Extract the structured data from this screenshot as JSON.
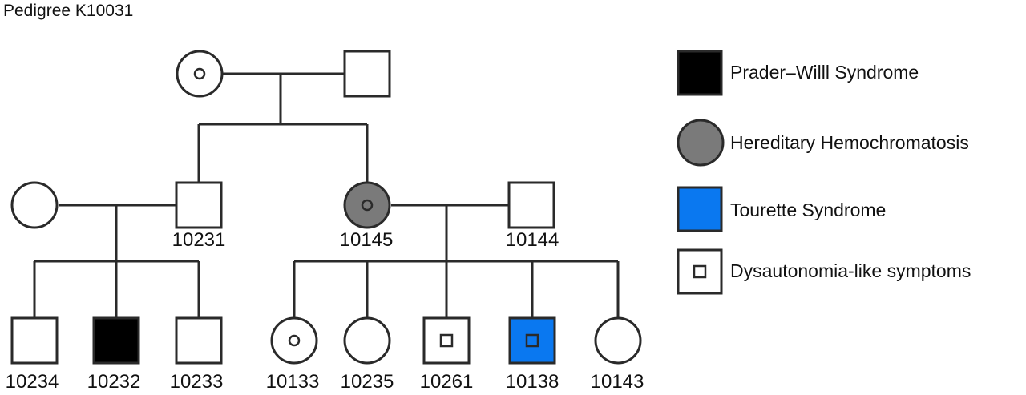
{
  "title": "Pedigree K10031",
  "colors": {
    "line": "#2a2a2a",
    "prader_willi": "#000000",
    "hemochromatosis": "#7a7a7a",
    "tourette": "#0a78f0",
    "unaffected": "#ffffff"
  },
  "individuals": {
    "grandmother": {
      "id": "",
      "sex": "female",
      "condition": "none",
      "dysautonomia": true
    },
    "grandfather": {
      "id": "",
      "sex": "male",
      "condition": "none",
      "dysautonomia": false
    },
    "spouse_left": {
      "id": "",
      "sex": "female",
      "condition": "none",
      "dysautonomia": false
    },
    "i10231": {
      "id": "10231",
      "sex": "male",
      "condition": "none",
      "dysautonomia": false
    },
    "i10145": {
      "id": "10145",
      "sex": "female",
      "condition": "hemochromatosis",
      "dysautonomia": true
    },
    "i10144": {
      "id": "10144",
      "sex": "male",
      "condition": "none",
      "dysautonomia": false
    },
    "i10234": {
      "id": "10234",
      "sex": "male",
      "condition": "none",
      "dysautonomia": false
    },
    "i10232": {
      "id": "10232",
      "sex": "male",
      "condition": "prader_willi",
      "dysautonomia": false
    },
    "i10233": {
      "id": "10233",
      "sex": "male",
      "condition": "none",
      "dysautonomia": false
    },
    "i10133": {
      "id": "10133",
      "sex": "female",
      "condition": "none",
      "dysautonomia": true
    },
    "i10235": {
      "id": "10235",
      "sex": "female",
      "condition": "none",
      "dysautonomia": false
    },
    "i10261": {
      "id": "10261",
      "sex": "male",
      "condition": "none",
      "dysautonomia": true
    },
    "i10138": {
      "id": "10138",
      "sex": "male",
      "condition": "tourette",
      "dysautonomia": true
    },
    "i10143": {
      "id": "10143",
      "sex": "female",
      "condition": "none",
      "dysautonomia": false
    }
  },
  "legend": [
    {
      "symbol": "square-black",
      "label": "Prader–Willl Syndrome"
    },
    {
      "symbol": "circle-gray",
      "label": "Hereditary Hemochromatosis"
    },
    {
      "symbol": "square-blue",
      "label": "Tourette Syndrome"
    },
    {
      "symbol": "square-dot",
      "label": "Dysautonomia-like symptoms"
    }
  ]
}
